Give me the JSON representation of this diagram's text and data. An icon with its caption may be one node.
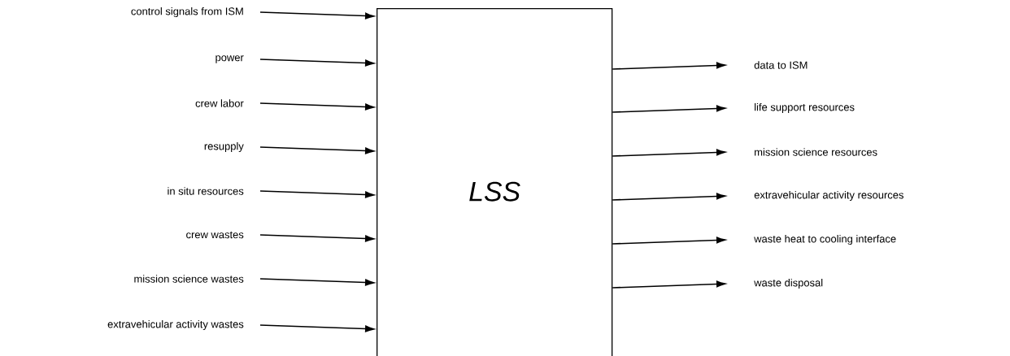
{
  "diagram": {
    "nodes": [
      {
        "text": [
          "LSS"
        ]
      },
      {
        "text": [
          "control signals from ISM"
        ]
      },
      {
        "text": [
          "power"
        ]
      },
      {
        "text": [
          "crew labor"
        ]
      },
      {
        "text": [
          "resupply"
        ]
      },
      {
        "text": [
          "in situ resources"
        ]
      },
      {
        "text": [
          "crew wastes"
        ]
      },
      {
        "text": [
          "mission science wastes"
        ]
      },
      {
        "text": [
          "extravehicular activity wastes"
        ]
      },
      {
        "text": [
          "data to ISM"
        ]
      },
      {
        "text": [
          "life support resources"
        ]
      },
      {
        "text": [
          "mission science resources"
        ]
      },
      {
        "text": [
          "extravehicular activity resources"
        ]
      },
      {
        "text": [
          "waste heat to cooling interface"
        ]
      },
      {
        "text": [
          "waste disposal"
        ]
      }
    ],
    "edges": [
      {
        "from": 1,
        "to": 0,
        "arrow": "to"
      },
      {
        "from": 2,
        "to": 0,
        "arrow": "to"
      },
      {
        "from": 3,
        "to": 0,
        "arrow": "to"
      },
      {
        "from": 4,
        "to": 0,
        "arrow": "to"
      },
      {
        "from": 5,
        "to": 0,
        "arrow": "to"
      },
      {
        "from": 6,
        "to": 0,
        "arrow": "to"
      },
      {
        "from": 7,
        "to": 0,
        "arrow": "to"
      },
      {
        "from": 8,
        "to": 0,
        "arrow": "to"
      },
      {
        "from": 0,
        "to": 9,
        "arrow": "to"
      },
      {
        "from": 0,
        "to": 10,
        "arrow": "to"
      },
      {
        "from": 0,
        "to": 11,
        "arrow": "to"
      },
      {
        "from": 0,
        "to": 12,
        "arrow": "to"
      },
      {
        "from": 0,
        "to": 13,
        "arrow": "to"
      },
      {
        "from": 0,
        "to": 14,
        "arrow": "to"
      }
    ]
  }
}
